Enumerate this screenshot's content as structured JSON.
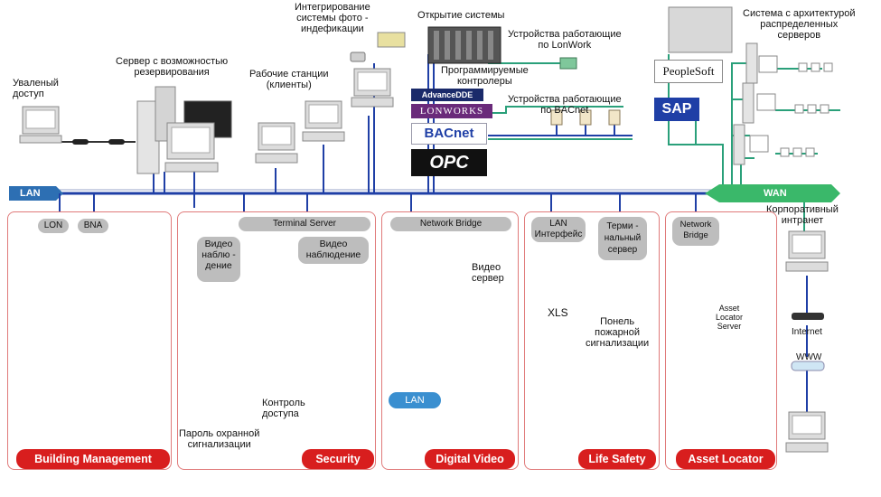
{
  "labels": {
    "remote_access": "Уваленый\nдоступ",
    "backup_server": "Сервер с возможностью\nрезервирования",
    "workstations": "Рабочие станции\n(клиенты)",
    "photo_id": "Интегрирование\nсистемы фото -\nиндефикации",
    "open_system": "Открытие системы",
    "lonwork_devices": "Устройства работающие\nпо LonWork",
    "programmable_controllers": "Программируемые\nконтролеры",
    "bacnet_devices": "Устройства работающие\nпо BACnet",
    "distributed_arch": "Система с архитектурой\nраспределенных\nсерверов",
    "lan": "LAN",
    "wan": "WAN",
    "corporate_intranet": "Корпоративный\nинтранет",
    "internet": "Internet",
    "www": "WWW"
  },
  "logos": {
    "advancedde": "AdvanceDDE",
    "lonworks": "LONWORKS",
    "bacnet": "BACnet",
    "opc": "OPC",
    "peoplesoft": "PeopleSoft",
    "sap": "SAP"
  },
  "sections": {
    "building": {
      "tab": "Building Management",
      "pill_lon": "LON",
      "pill_bna": "BNA"
    },
    "security": {
      "tab": "Security",
      "pill_terminal": "Terminal Server",
      "pill_video1": "Видео\nнаблю -\nдение",
      "pill_video2": "Видео\nнаблюдение",
      "access_control": "Контроль\nдоступа",
      "alarm_password": "Пароль охранной\nсигнализации"
    },
    "digital_video": {
      "tab": "Digital Video",
      "pill_bridge": "Network Bridge",
      "video_server": "Видео\nсервер",
      "pill_lan": "LAN"
    },
    "life_safety": {
      "tab": "Life Safety",
      "pill_lan_iface": "LAN\nИнтерфейс",
      "pill_terminal": "Терми -\nнальный\nсервер",
      "xls": "XLS",
      "fire_panel": "Понель\nпожарной\nсигнализации"
    },
    "asset_locator": {
      "tab": "Asset Locator",
      "pill_bridge": "Network\nBridge",
      "server": "Asset\nLocator\nServer"
    }
  },
  "colors": {
    "bus": "#1f3fa6",
    "green": "#2aa07a",
    "purple": "#8a3aa0",
    "red": "#d81e1e",
    "panel_border": "#e07a7a",
    "pill": "#bdbdbd"
  }
}
